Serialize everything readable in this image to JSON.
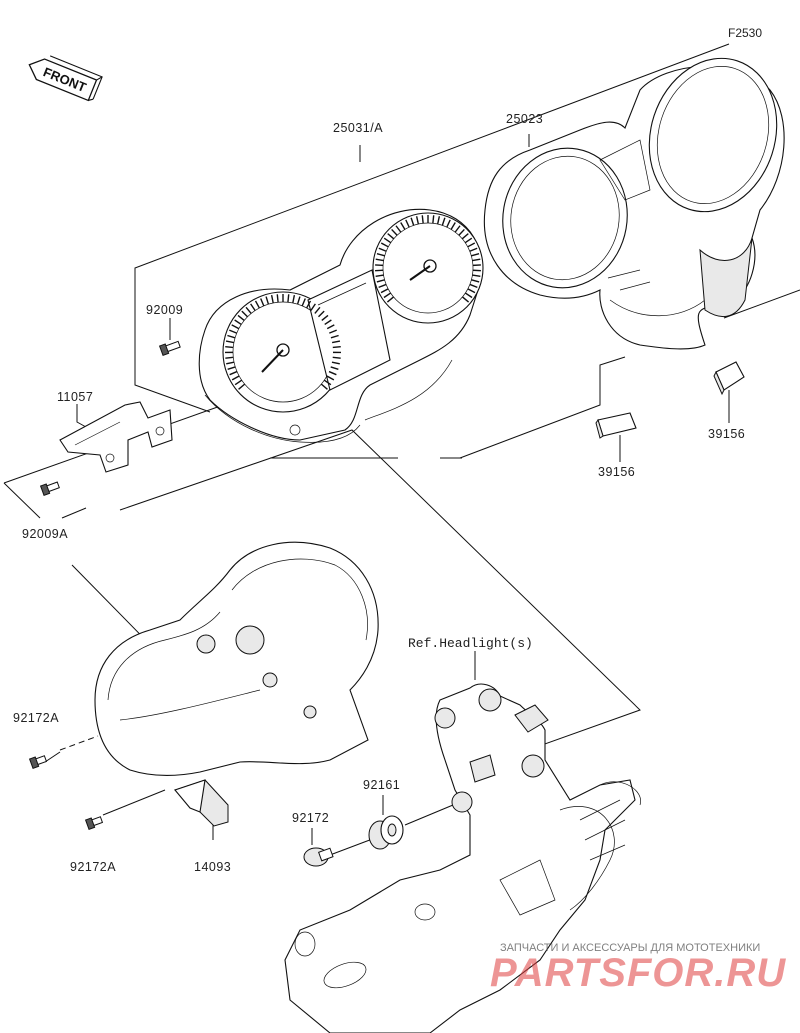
{
  "diagram_code": "F2530",
  "front_label": "FRONT",
  "parts": {
    "meter_assembly": "25031/A",
    "meter_case": "25023",
    "screw_top": "92009",
    "bracket": "11057",
    "screw_bracket": "92009A",
    "screw_cover_upper": "92172A",
    "screw_cover_lower": "92172A",
    "cover": "14093",
    "grommet": "92161",
    "collar_bolt": "92172",
    "pad_right": "39156",
    "pad_lower": "39156"
  },
  "reference_label": "Ref.Headlight(s)",
  "watermark": {
    "line1": "ЗАПЧАСТИ И АКСЕССУАРЫ ДЛЯ МОТОТЕХНИКИ",
    "line2": "PARTSFOR.RU"
  }
}
